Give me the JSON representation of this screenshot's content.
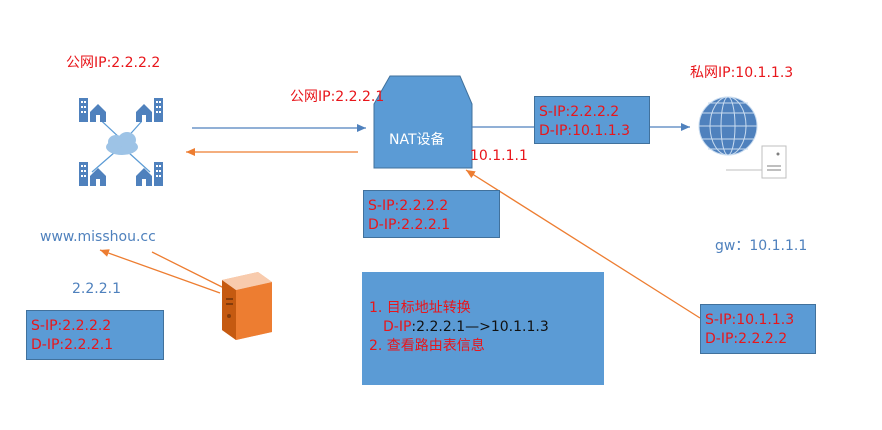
{
  "labels": {
    "public_ip_client": "公网IP:2.2.2.2",
    "public_ip_nat": "公网IP:2.2.2.1",
    "private_ip": "私网IP:10.1.1.3",
    "nat_device": "NAT设备",
    "nat_inner_ip": "10.1.1.1",
    "website": "www.misshou.cc",
    "dns_ip": "2.2.2.1",
    "gateway": "gw：10.1.1.1"
  },
  "boxes": {
    "box_top_right": {
      "line1": "S-IP:2.2.2.2",
      "line2": "D-IP:10.1.1.3"
    },
    "box_middle": {
      "line1": "S-IP:2.2.2.2",
      "line2": "D-IP:2.2.2.1"
    },
    "box_left": {
      "line1": "S-IP:2.2.2.2",
      "line2": "D-IP:2.2.2.1"
    },
    "box_bottom_right": {
      "line1": "S-IP:10.1.1.3",
      "line2": "D-IP:2.2.2.2"
    }
  },
  "steps": {
    "step1": "1. 目标地址转换",
    "step1_detail_prefix": "D-IP",
    "step1_detail_rest": ":2.2.2.1—>10.1.1.3",
    "step2": "2. 查看路由表信息"
  },
  "colors": {
    "box_fill": "#5b9bd5",
    "red_text": "#e8161b",
    "arrow_blue": "#4f81bd",
    "arrow_orange": "#ed7d31"
  }
}
